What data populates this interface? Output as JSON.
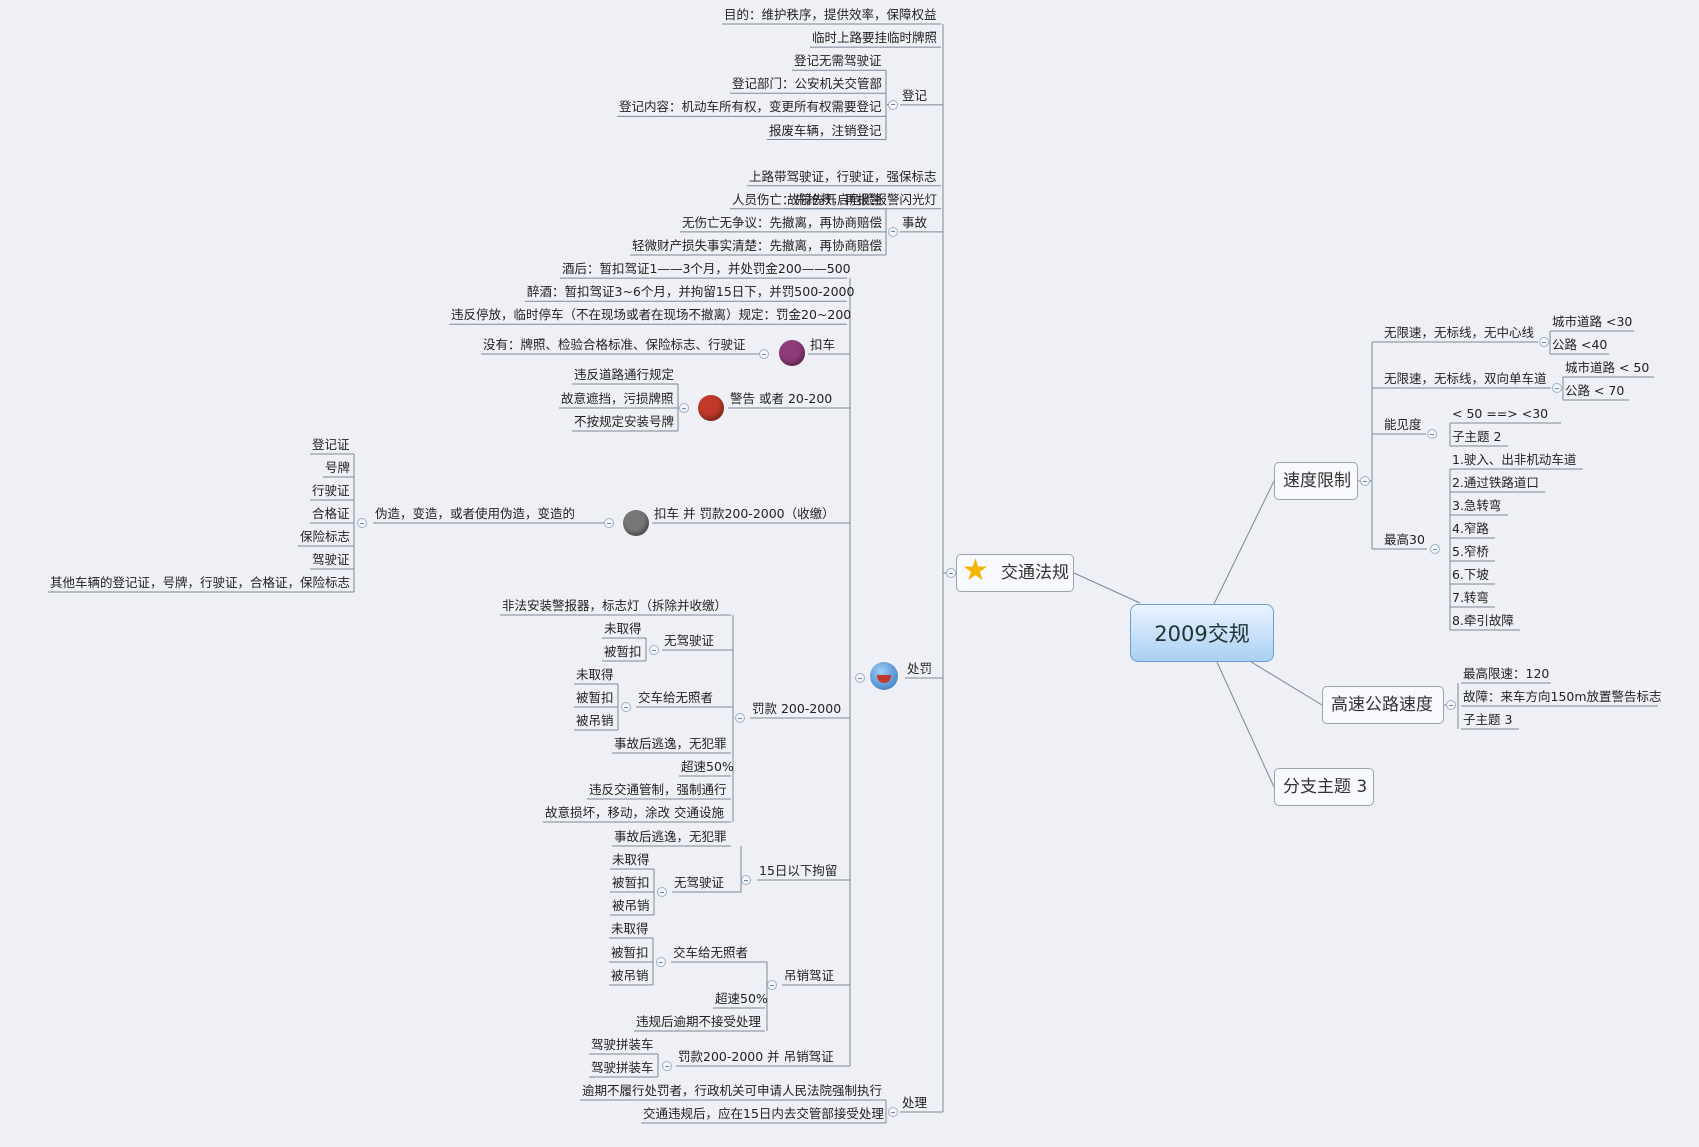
{
  "root": "2009交规",
  "colors": {
    "line": "#7d8796",
    "root_fill": "#a9d0f3",
    "badge_red": "#c0392b",
    "badge_purple": "#8e3b7a",
    "badge_gray": "#777777",
    "star": "#f4b400"
  },
  "icons": {
    "traffic_law": "star-icon",
    "penalty": "crying-face-icon"
  },
  "branches": {
    "traffic_law": "交通法规",
    "speed_limit": "速度限制",
    "highway_speed": "高速公路速度",
    "branch3": "分支主题 3"
  },
  "labels": [
    "目的：维护秩序，提供效率，保障权益",
    "临时上路要挂临时牌照",
    "登记无需驾驶证",
    "登记部门：公安机关交管部",
    "登记内容：机动车所有权，变更所有权需要登记",
    "报废车辆，注销登记",
    "登记",
    "上路带驾驶证，行驶证，强保标志",
    "故障先开启危险报警闪光灯",
    "人员伤亡：先抢救，再报警",
    "无伤亡无争议：先撤离，再协商赔偿",
    "轻微财产损失事实清楚：先撤离，再协商赔偿",
    "事故",
    "酒后：暂扣驾证1——3个月，并处罚金200——500",
    "醉酒：暂扣驾证3~6个月，并拘留15日下，并罚500-2000",
    "违反停放，临时停车（不在现场或者在现场不撤离）规定：罚金20~200",
    "没有：牌照、检验合格标准、保险标志、行驶证",
    "扣车",
    "违反道路通行规定",
    "故意遮挡，污损牌照",
    "不按规定安装号牌",
    "警告 或者 20-200",
    "登记证",
    "号牌",
    "行驶证",
    "合格证",
    "保险标志",
    "驾驶证",
    "其他车辆的登记证，号牌，行驶证，合格证，保险标志",
    "伪造，变造，或者使用伪造，变造的",
    "扣车 并 罚款200-2000（收缴）",
    "非法安装警报器，标志灯（拆除并收缴）",
    "未取得",
    "被暂扣",
    "无驾驶证",
    "未取得",
    "被暂扣",
    "被吊销",
    "交车给无照者",
    "事故后逃逸，无犯罪",
    "超速50%",
    "违反交通管制，强制通行",
    "故意损坏，移动，涂改 交通设施",
    "罚款 200-2000",
    "处罚",
    "事故后逃逸，无犯罪",
    "未取得",
    "被暂扣",
    "被吊销",
    "无驾驶证",
    "15日以下拘留",
    "未取得",
    "被暂扣",
    "被吊销",
    "交车给无照者",
    "超速50%",
    "违规后逾期不接受处理",
    "吊销驾证",
    "驾驶拼装车",
    "驾驶拼装车",
    "罚款200-2000 并 吊销驾证",
    "逾期不履行处罚者，行政机关可申请人民法院强制执行",
    "交通违规后，应在15日内去交管部接受处理",
    "处理",
    "无限速，无标线，无中心线",
    "城市道路 <30",
    "公路 <40",
    "无限速，无标线，双向单车道",
    "城市道路 < 50",
    "公路 < 70",
    "能见度",
    "< 50    ==> <30",
    "子主题 2",
    "最高30",
    "1.驶入、出非机动车道",
    "2.通过铁路道口",
    "3.急转弯",
    "4.窄路",
    "5.窄桥",
    "6.下坡",
    "7.转弯",
    "8.牵引故障",
    "最高限速：120",
    "故障：来车方向150m放置警告标志",
    "子主题 3"
  ],
  "badges": [
    "5",
    "1",
    "6"
  ]
}
